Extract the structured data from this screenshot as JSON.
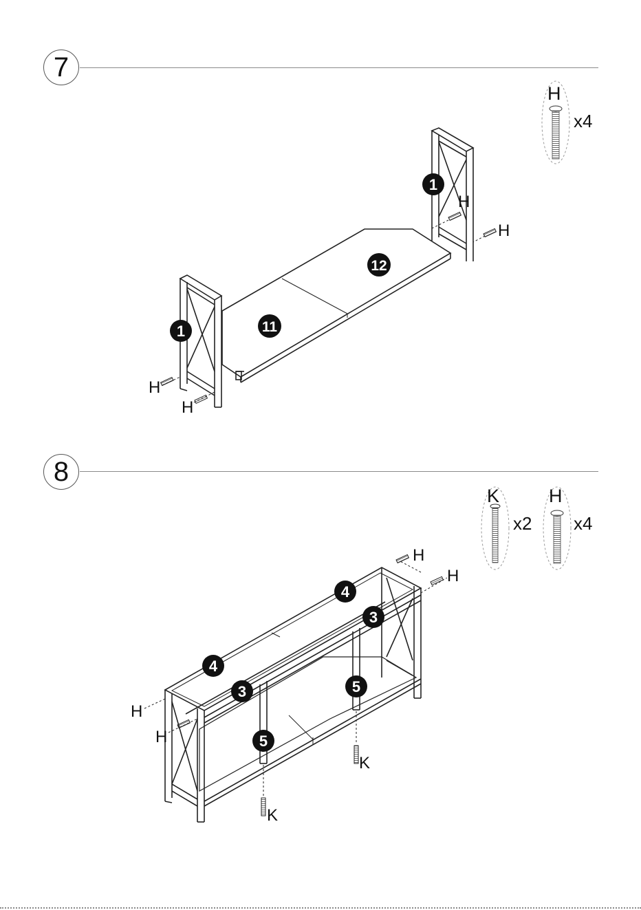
{
  "steps": [
    {
      "number": "7",
      "hardware": [
        {
          "letter": "H",
          "quantity": "x4"
        }
      ],
      "parts": [
        "1",
        "1",
        "11",
        "12"
      ],
      "screw_labels": [
        "H",
        "H",
        "H",
        "H"
      ]
    },
    {
      "number": "8",
      "hardware": [
        {
          "letter": "K",
          "quantity": "x2"
        },
        {
          "letter": "H",
          "quantity": "x4"
        }
      ],
      "parts": [
        "4",
        "4",
        "3",
        "3",
        "5",
        "5"
      ],
      "screw_labels": [
        "H",
        "H",
        "H",
        "H",
        "K",
        "K"
      ]
    }
  ]
}
